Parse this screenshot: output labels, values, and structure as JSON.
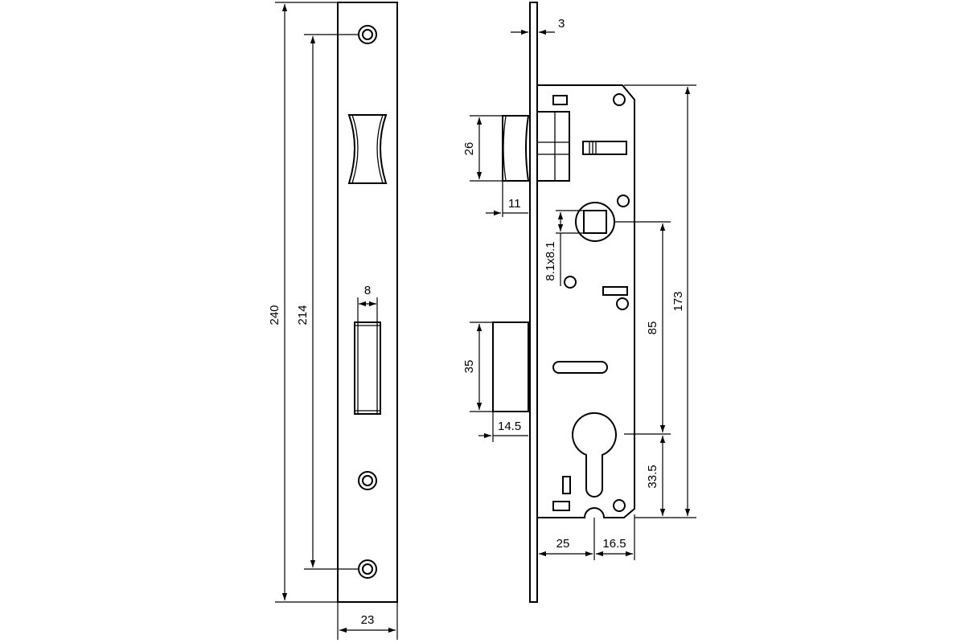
{
  "drawing": {
    "front_plate": {
      "width": "23",
      "height_overall": "240",
      "screw_spacing": "214",
      "latch_slot_width": "8"
    },
    "side_body": {
      "faceplate_thickness": "3",
      "latch_height": "26",
      "latch_projection": "11",
      "spindle_square": "8.1x8.1",
      "bolt_height": "35",
      "bolt_projection": "14.5",
      "backset": "25",
      "cylinder_offset": "16.5",
      "spindle_to_cylinder": "85",
      "cylinder_to_bottom": "33.5",
      "body_height": "173"
    }
  }
}
